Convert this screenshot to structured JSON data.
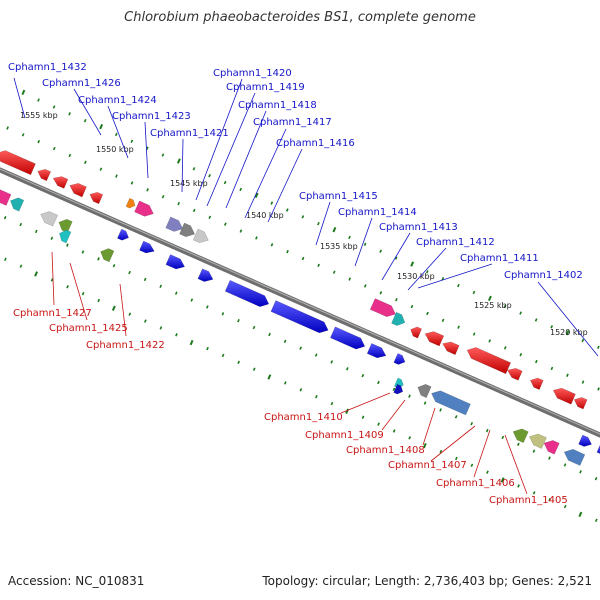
{
  "title": "Chlorobium phaeobacteroides BS1, complete genome",
  "footer": {
    "accession": "Accession: NC_010831",
    "topology": "Topology: circular; Length: 2,736,403 bp; Genes: 2,521"
  },
  "colors": {
    "forward_label": "#1515c8",
    "reverse_label": "#c81515",
    "backbone": "#808080",
    "scale_dots": "#1b7a1b"
  },
  "scale_labels": [
    "1555 kbp",
    "1550 kbp",
    "1545 kbp",
    "1540 kbp",
    "1535 kbp",
    "1530 kbp",
    "1525 kbp",
    "1520 kbp"
  ],
  "forward_genes": [
    "Cphamn1_1432",
    "Cphamn1_1426",
    "Cphamn1_1424",
    "Cphamn1_1423",
    "Cphamn1_1421",
    "Cphamn1_1420",
    "Cphamn1_1419",
    "Cphamn1_1418",
    "Cphamn1_1417",
    "Cphamn1_1416",
    "Cphamn1_1415",
    "Cphamn1_1414",
    "Cphamn1_1413",
    "Cphamn1_1412",
    "Cphamn1_1411",
    "Cphamn1_1402"
  ],
  "reverse_genes": [
    "Cphamn1_1427",
    "Cphamn1_1425",
    "Cphamn1_1422",
    "Cphamn1_1410",
    "Cphamn1_1409",
    "Cphamn1_1408",
    "Cphamn1_1407",
    "Cphamn1_1406",
    "Cphamn1_1405"
  ]
}
